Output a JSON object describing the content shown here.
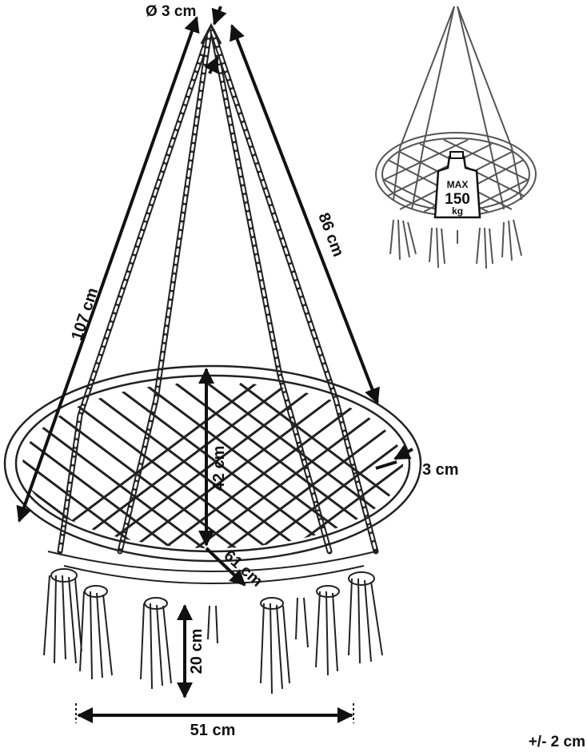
{
  "dimensions": {
    "rope_diameter": "Ø 3 cm",
    "total_height": "107 cm",
    "rope_length": "86 cm",
    "seat_depth": "42 cm",
    "ring_thickness": "3 cm",
    "seat_radius": "61 cm",
    "fringe_length": "20 cm",
    "fringe_width": "51 cm"
  },
  "max_load": {
    "label": "MAX",
    "value": "150",
    "unit": "kg"
  },
  "tolerance": "+/- 2 cm"
}
